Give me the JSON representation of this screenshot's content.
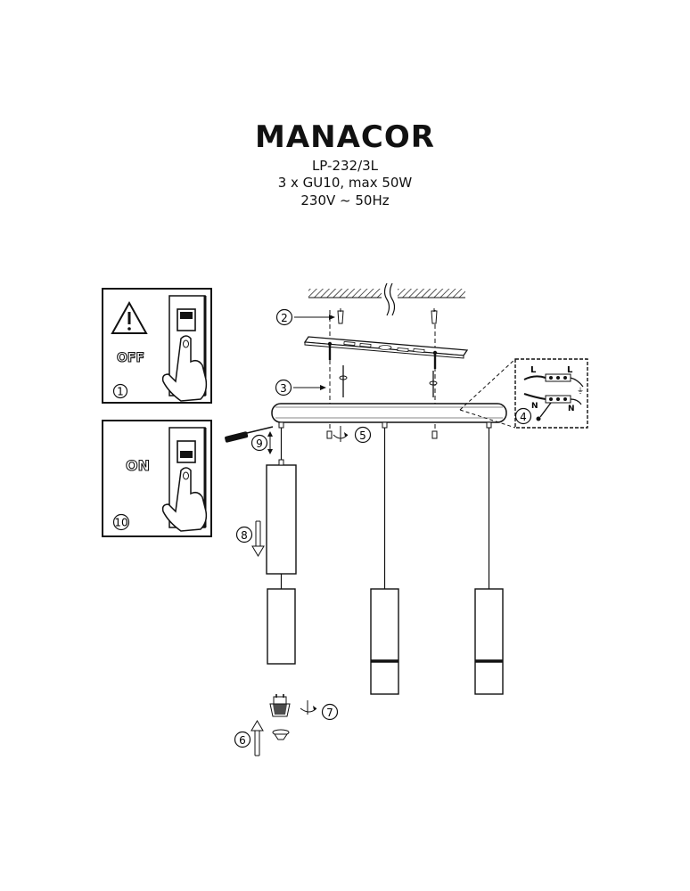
{
  "header": {
    "title": "MANACOR",
    "model": "LP-232/3L",
    "spec_bulbs": "3 x GU10, max 50W",
    "spec_power": "230V ~ 50Hz"
  },
  "panels": {
    "off": {
      "word": "OFF",
      "step": "1"
    },
    "on": {
      "word": "ON",
      "step": "10"
    }
  },
  "steps": {
    "anchor": "2",
    "screw": "3",
    "wiring": "4",
    "fix": "5",
    "lamp_up": "6",
    "lamp_twist": "7",
    "shade_down": "8",
    "adjust": "9"
  },
  "wiring_labels": {
    "live_left": "L",
    "live_right": "L",
    "neutral_left": "N",
    "neutral_right": "N"
  },
  "colors": {
    "line": "#111111",
    "hatch": "#111111",
    "background": "#ffffff"
  }
}
